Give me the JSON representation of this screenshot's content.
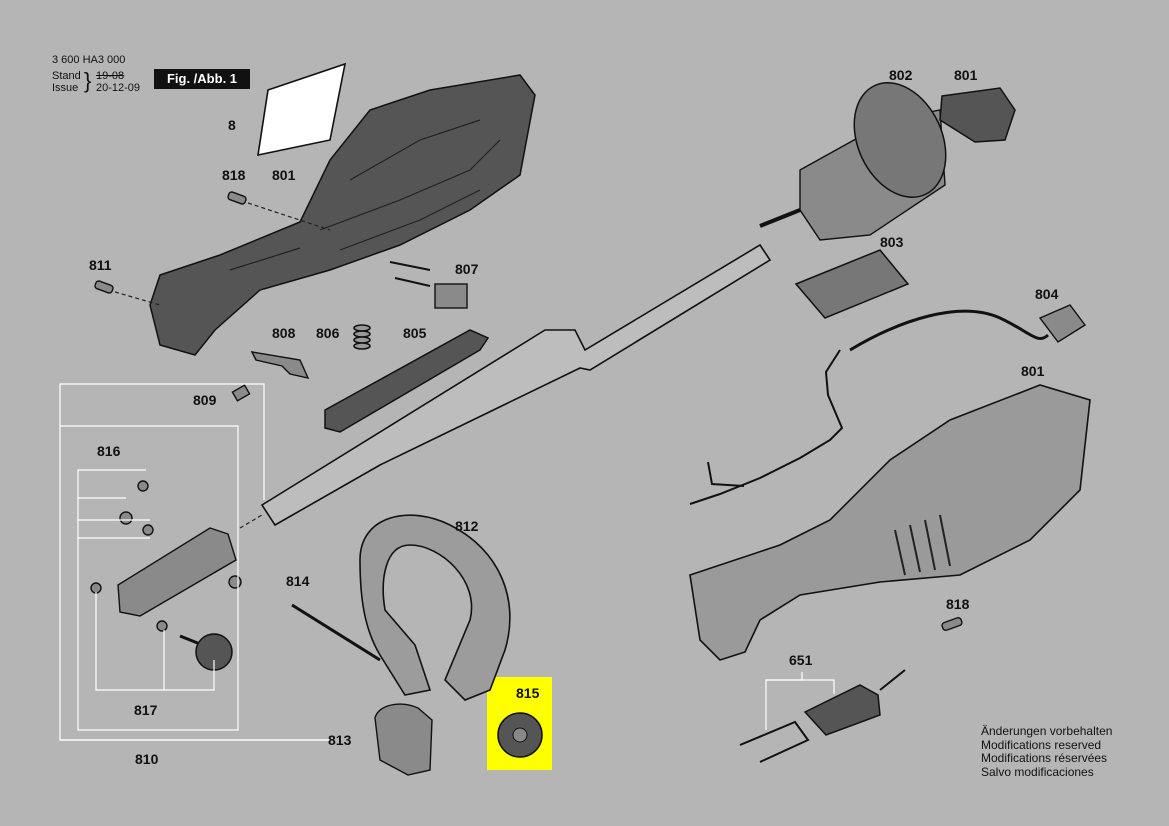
{
  "header": {
    "doc_number": "3 600 HA3 000",
    "stand_label": "Stand",
    "issue_label": "Issue",
    "stand_value": "19-08",
    "issue_value": "20-12-09",
    "figure_label": "Fig. /Abb. 1"
  },
  "callouts": {
    "c8": "8",
    "c818a": "818",
    "c801a": "801",
    "c811": "811",
    "c807": "807",
    "c808": "808",
    "c806": "806",
    "c805": "805",
    "c809": "809",
    "c816": "816",
    "c817": "817",
    "c810": "810",
    "c813": "813",
    "c814": "814",
    "c812": "812",
    "c815": "815",
    "c802": "802",
    "c801b": "801",
    "c803": "803",
    "c804": "804",
    "c801c": "801",
    "c818b": "818",
    "c651": "651"
  },
  "highlight": {
    "part": "815",
    "color": "#ffff00"
  },
  "notes": {
    "de": "Änderungen vorbehalten",
    "en": "Modifications reserved",
    "fr": "Modifications réservées",
    "es": "Salvo modificaciones"
  }
}
